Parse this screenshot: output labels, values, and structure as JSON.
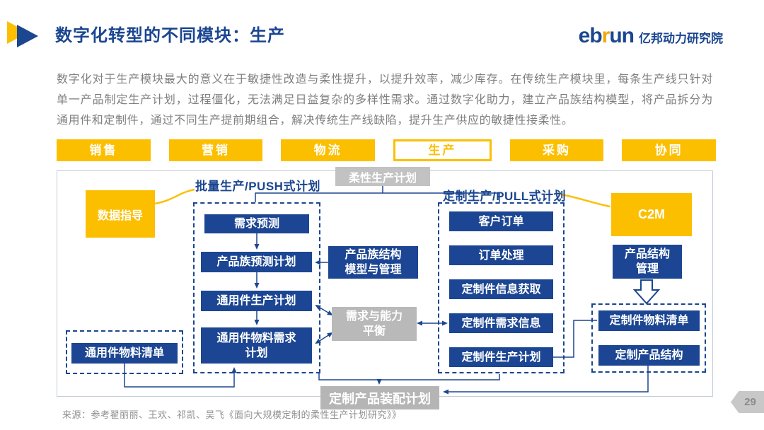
{
  "header": {
    "title": "数字化转型的不同模块：生产",
    "logo_eb": "eb",
    "logo_r": "r",
    "logo_un": "un",
    "logo_cn": "亿邦动力研究院"
  },
  "intro": "数字化对于生产模块最大的意义在于敏捷性改造与柔性提升，以提升效率，减少库存。在传统生产模块里，每条生产线只针对单一产品制定生产计划，过程僵化，无法满足日益复杂的多样性需求。通过数字化助力，建立产品族结构模型，将产品拆分为通用件和定制件，通过不同生产提前期组合，解决传统生产线缺陷，提升生产供应的敏捷性接柔性。",
  "tabs": [
    {
      "label": "销售",
      "active": false
    },
    {
      "label": "营销",
      "active": false
    },
    {
      "label": "物流",
      "active": false
    },
    {
      "label": "生产",
      "active": true
    },
    {
      "label": "采购",
      "active": false
    },
    {
      "label": "协同",
      "active": false
    }
  ],
  "diagram": {
    "flex_plan": "柔性生产计划",
    "push_label": "批量生产/PUSH式计划",
    "pull_label": "定制生产/PULL式计划",
    "data_guide": "数据指导",
    "c2m": "C2M",
    "left_steps": [
      "需求预测",
      "产品族预测计划",
      "通用件生产计划",
      "通用件物料需求计划"
    ],
    "structure_model": "产品族结构模型与管理",
    "balance": "需求与能力平衡",
    "right_steps": [
      "客户订单",
      "订单处理",
      "定制件信息获取",
      "定制件需求信息",
      "定制件生产计划"
    ],
    "product_structure": "产品结构管理",
    "custom_bom": "定制件物料清单",
    "custom_structure": "定制产品结构",
    "common_bom": "通用件物料清单",
    "assembly_plan": "定制产品装配计划"
  },
  "footer": {
    "source": "来源：参考翟丽丽、王欢、祁凯、吴飞《面向大规模定制的柔性生产计划研究》》",
    "page": "29"
  },
  "colors": {
    "accent_yellow": "#fcbf00",
    "navy": "#1b4690",
    "gray_box": "#b9b9b9"
  }
}
